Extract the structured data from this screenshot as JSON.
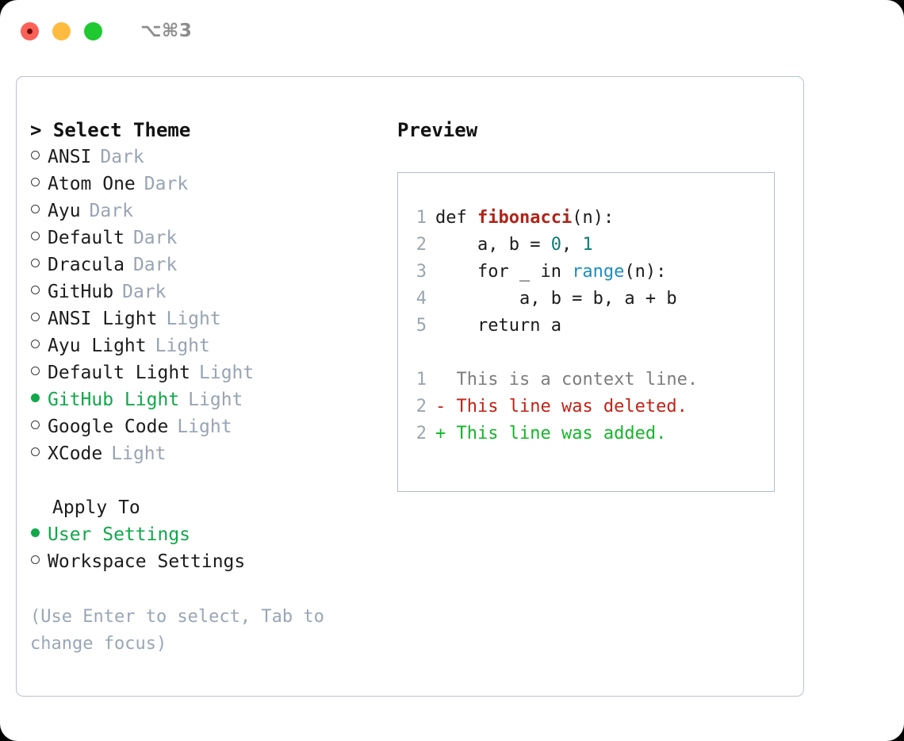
{
  "titlebar": {
    "shortcut": "⌥⌘3",
    "buttons": [
      "close",
      "minimize",
      "maximize"
    ]
  },
  "theme_picker": {
    "heading": "> Select Theme",
    "items": [
      {
        "name": "ANSI",
        "tag": "Dark",
        "selected": false
      },
      {
        "name": "Atom One",
        "tag": "Dark",
        "selected": false
      },
      {
        "name": "Ayu",
        "tag": "Dark",
        "selected": false
      },
      {
        "name": "Default",
        "tag": "Dark",
        "selected": false
      },
      {
        "name": "Dracula",
        "tag": "Dark",
        "selected": false
      },
      {
        "name": "GitHub",
        "tag": "Dark",
        "selected": false
      },
      {
        "name": "ANSI Light",
        "tag": "Light",
        "selected": false
      },
      {
        "name": "Ayu Light",
        "tag": "Light",
        "selected": false
      },
      {
        "name": "Default Light",
        "tag": "Light",
        "selected": false
      },
      {
        "name": "GitHub Light",
        "tag": "Light",
        "selected": true
      },
      {
        "name": "Google Code",
        "tag": "Light",
        "selected": false
      },
      {
        "name": "XCode",
        "tag": "Light",
        "selected": false
      }
    ]
  },
  "apply_to": {
    "heading": "Apply To",
    "options": [
      {
        "name": "User Settings",
        "selected": true
      },
      {
        "name": "Workspace Settings",
        "selected": false
      }
    ]
  },
  "hint": "(Use Enter to select, Tab to change focus)",
  "preview": {
    "heading": "Preview",
    "code": [
      {
        "num": "1",
        "segments": [
          {
            "text": "def ",
            "type": "plain"
          },
          {
            "text": "fibonacci",
            "type": "function"
          },
          {
            "text": "(n):",
            "type": "plain"
          }
        ]
      },
      {
        "num": "2",
        "segments": [
          {
            "text": "    a, b = ",
            "type": "plain"
          },
          {
            "text": "0",
            "type": "number"
          },
          {
            "text": ", ",
            "type": "plain"
          },
          {
            "text": "1",
            "type": "number"
          }
        ]
      },
      {
        "num": "3",
        "segments": [
          {
            "text": "    for _ in ",
            "type": "plain"
          },
          {
            "text": "range",
            "type": "call"
          },
          {
            "text": "(n):",
            "type": "plain"
          }
        ]
      },
      {
        "num": "4",
        "segments": [
          {
            "text": "        a, b = b, a + b",
            "type": "plain"
          }
        ]
      },
      {
        "num": "5",
        "segments": [
          {
            "text": "    return a",
            "type": "plain"
          }
        ]
      }
    ],
    "diff": [
      {
        "num": "1",
        "marker": "  ",
        "text": "This is a context line.",
        "kind": "context"
      },
      {
        "num": "2",
        "marker": "- ",
        "text": "This line was deleted.",
        "kind": "deleted"
      },
      {
        "num": "2",
        "marker": "+ ",
        "text": "This line was added.",
        "kind": "added"
      }
    ]
  },
  "colors": {
    "accent_green": "#10a84a",
    "tag_gray": "#98a4b3",
    "hint_gray": "#9aa6b6",
    "border": "#b9c2cf",
    "diff_added": "#16b62a",
    "diff_deleted": "#c22216",
    "syntax_function": "#b02418",
    "syntax_number": "#0b7d74",
    "syntax_call": "#1c8ec0"
  }
}
